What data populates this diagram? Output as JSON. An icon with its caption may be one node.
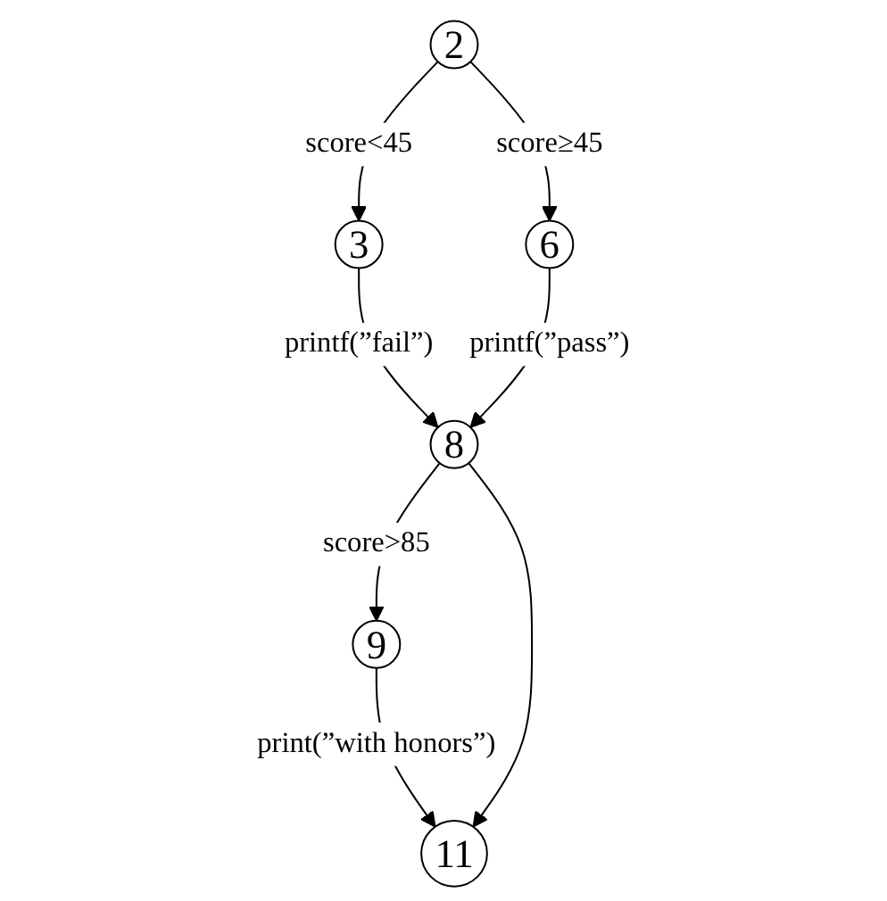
{
  "diagram": {
    "nodes": [
      {
        "text": [
          "2"
        ]
      },
      {
        "text": [
          "3"
        ]
      },
      {
        "text": [
          "6"
        ]
      },
      {
        "text": [
          "8"
        ]
      },
      {
        "text": [
          "9"
        ]
      },
      {
        "text": [
          "11"
        ]
      }
    ],
    "edges": [
      {
        "from": 0,
        "to": 1,
        "arrow": "to",
        "label": "score<45"
      },
      {
        "from": 0,
        "to": 2,
        "arrow": "to",
        "label": "score≥45"
      },
      {
        "from": 1,
        "to": 3,
        "arrow": "to",
        "label": "printf(”fail”)"
      },
      {
        "from": 2,
        "to": 3,
        "arrow": "to",
        "label": "printf(”pass”)"
      },
      {
        "from": 3,
        "to": 4,
        "arrow": "to",
        "label": "score>85"
      },
      {
        "from": 4,
        "to": 5,
        "arrow": "to",
        "label": "print(”with honors”)"
      },
      {
        "from": 3,
        "to": 5,
        "arrow": "to"
      }
    ]
  }
}
